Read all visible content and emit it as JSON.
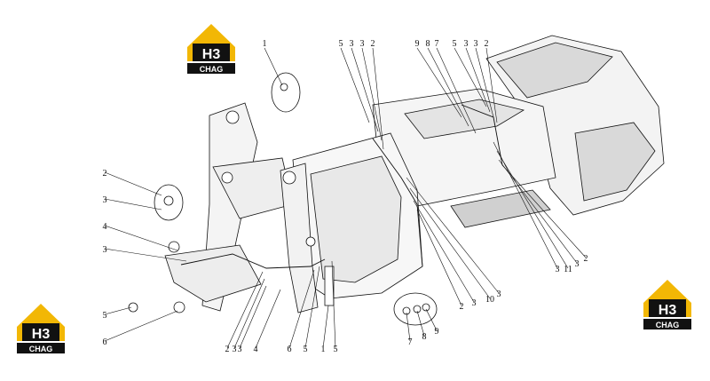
{
  "logo": {
    "mark": "H3",
    "caption": "CHAG",
    "colors": {
      "roof": "#f2b705",
      "box": "#111111",
      "text": "#ffffff"
    }
  },
  "callouts": {
    "top": [
      "1",
      "5",
      "3",
      "3",
      "2",
      "9",
      "8",
      "7",
      "5",
      "3",
      "3",
      "2"
    ],
    "left": [
      "2",
      "3",
      "4",
      "3",
      "5",
      "6"
    ],
    "bottom": [
      "2",
      "3",
      "3",
      "4",
      "6",
      "5",
      "1",
      "5",
      "7",
      "8",
      "9",
      "2",
      "3",
      "10",
      "3"
    ],
    "right": [
      "3",
      "11",
      "3",
      "2"
    ]
  },
  "colors": {
    "line": "#111111",
    "panel": "#d9d9d9",
    "panel_dark": "#bdbdbd"
  }
}
